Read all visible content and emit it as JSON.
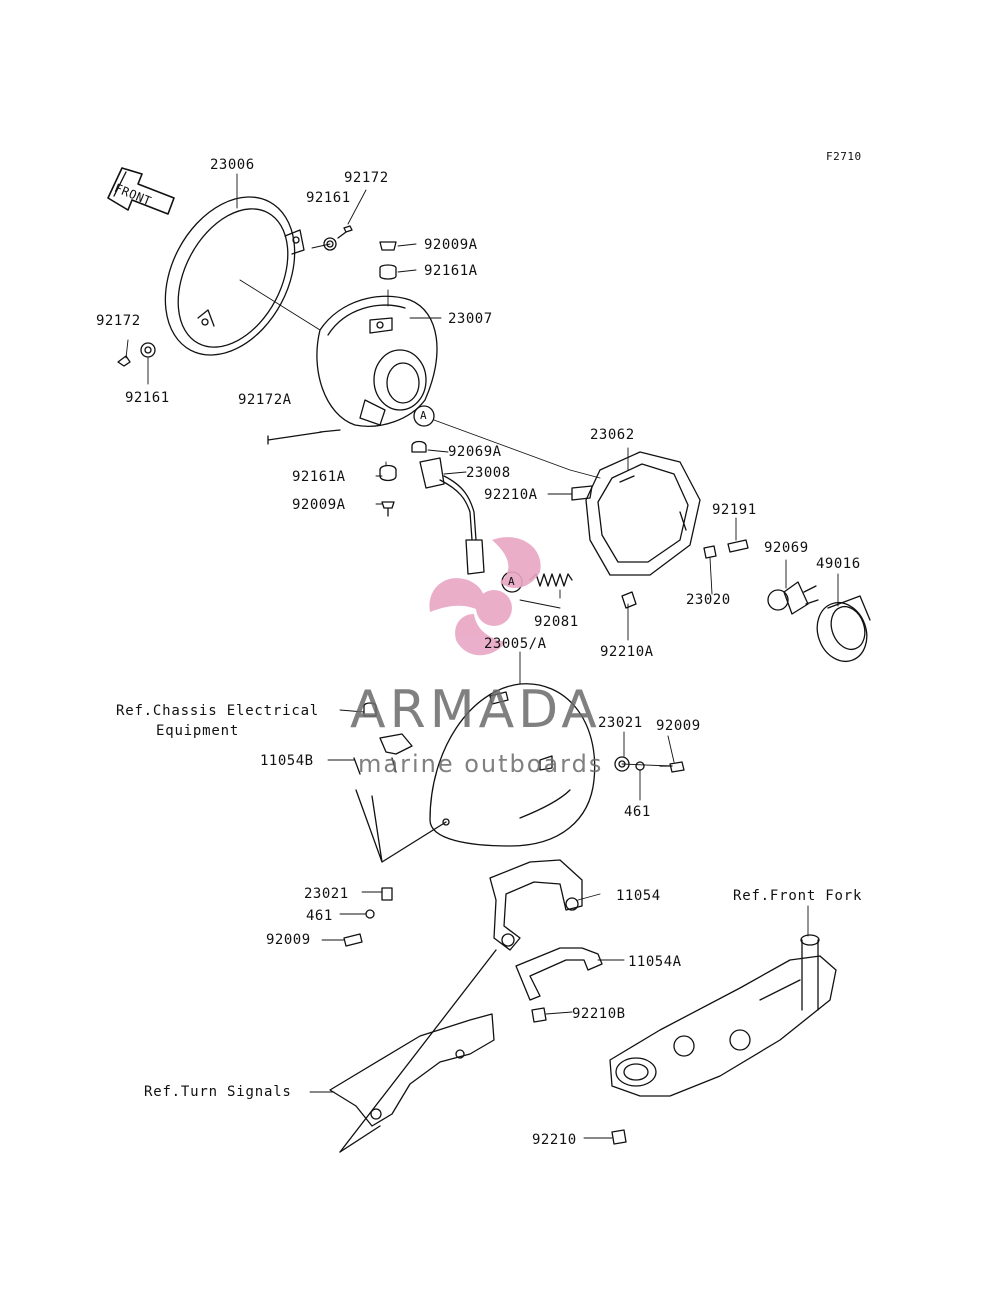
{
  "figure_code": "F2710",
  "front_label": "FRONT",
  "callout_A": "A",
  "parts": {
    "p23006": "23006",
    "p92172_top": "92172",
    "p92161_top": "92161",
    "p92009A_top": "92009A",
    "p92161A_top": "92161A",
    "p23007": "23007",
    "p92172_left": "92172",
    "p92161_left": "92161",
    "p92172A": "92172A",
    "p92069A": "92069A",
    "p23008": "23008",
    "p92161A_bottom": "92161A",
    "p92009A_bottom": "92009A",
    "p23062": "23062",
    "p92210A_top": "92210A",
    "p92191": "92191",
    "p92069": "92069",
    "p49016": "49016",
    "p23020": "23020",
    "p92081": "92081",
    "p92210A_bottom": "92210A",
    "p23005A": "23005/A",
    "p11054B": "11054B",
    "p23021_right": "23021",
    "p92009_right": "92009",
    "p461_right": "461",
    "p11054": "11054",
    "p23021_left": "23021",
    "p461_left": "461",
    "p92009_left": "92009",
    "p11054A": "11054A",
    "p92210B": "92210B",
    "p92210": "92210"
  },
  "references": {
    "chassis_line1": "Ref.Chassis Electrical",
    "chassis_line2": "Equipment",
    "front_fork": "Ref.Front Fork",
    "turn_signals": "Ref.Turn Signals"
  },
  "watermark": {
    "brand": "ARMADA",
    "tagline": "marine outboards",
    "colors": {
      "logo": "#e8a6c4",
      "text": "#6b6b6b"
    }
  }
}
